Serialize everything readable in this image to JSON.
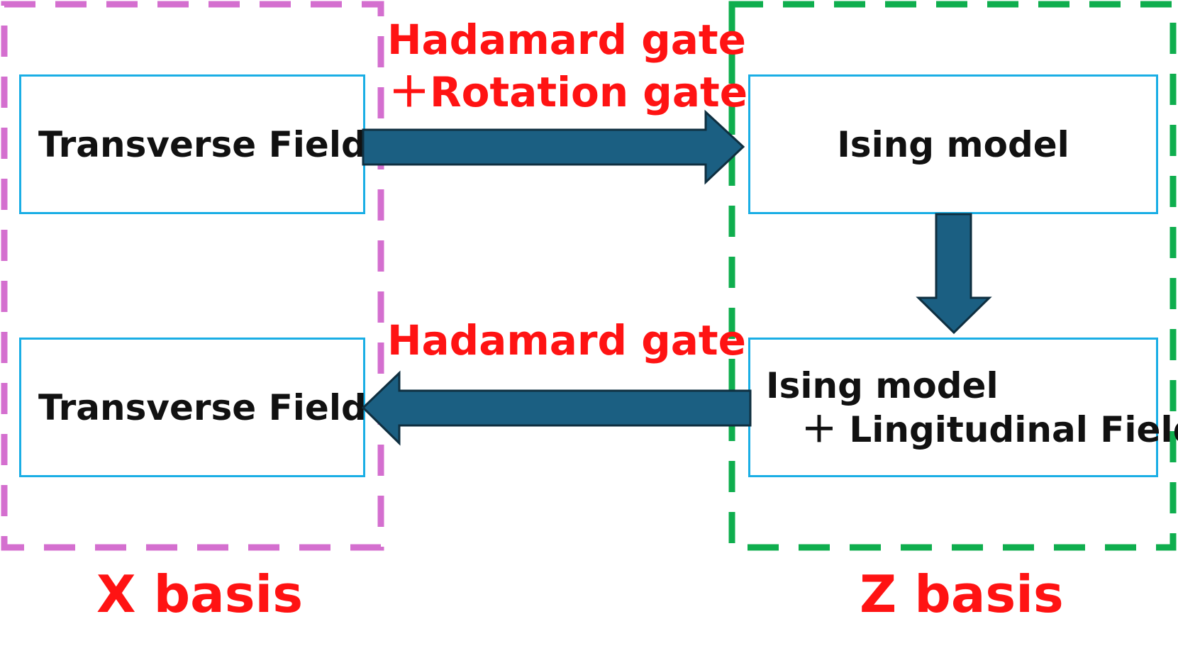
{
  "colors": {
    "x_basis_border": "#d46fcf",
    "z_basis_border": "#0fae4e",
    "box_border": "#1aaee5",
    "arrow_fill": "#1b5f82",
    "arrow_stroke": "#0f2f40",
    "label_red": "#ff1313"
  },
  "boxes": {
    "top_left": "Transverse Field",
    "bottom_left": "Transverse Field",
    "top_right": "Ising model",
    "bottom_right_line1": "Ising model",
    "bottom_right_line2": "　＋ Lingitudinal Field"
  },
  "gates": {
    "forward_line1": "Hadamard gate",
    "forward_line2": "＋Rotation gate",
    "backward": "Hadamard gate"
  },
  "bases": {
    "x": "X basis",
    "z": "Z basis"
  },
  "arrows": [
    {
      "from": "Transverse Field",
      "to": "Ising model",
      "direction": "right"
    },
    {
      "from": "Ising model",
      "to": "Ising model + Lingitudinal Field",
      "direction": "down"
    },
    {
      "from": "Ising model + Lingitudinal Field",
      "to": "Transverse Field",
      "direction": "left"
    }
  ]
}
